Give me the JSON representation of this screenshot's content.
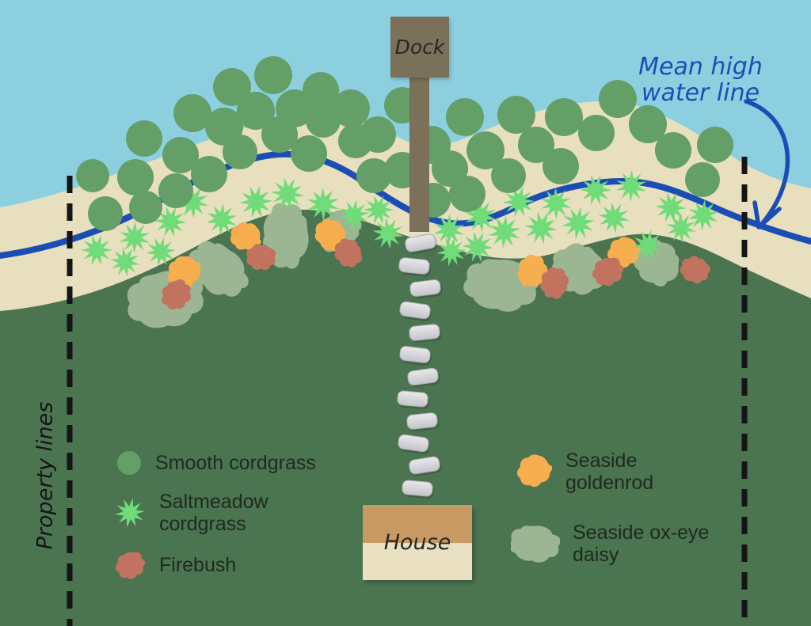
{
  "labels": {
    "dock": "Dock",
    "house": "House",
    "property_lines": "Property lines",
    "mean_high_water_line_1": "Mean high",
    "mean_high_water_line_2": "water line"
  },
  "colors": {
    "water": "#8cd0e0",
    "beach_sand": "#e7dfbd",
    "lawn_grass": "#4b7451",
    "water_line": "#1a4eb4",
    "annotation": "#1a4eb4",
    "property_line": "#151515",
    "dock_wood": "#7b7059",
    "house_roof": "#c69a62",
    "house_base": "#e9e0c2",
    "stone_light": "#e9e9ec",
    "stone_dark": "#c3c3c9",
    "stone_edge": "#a9a9af",
    "legend_text": "#1e2a1f"
  },
  "legend": {
    "items": [
      {
        "id": "smooth-cordgrass",
        "symbol": "smooth_cordgrass",
        "label": "Smooth cordgrass"
      },
      {
        "id": "saltmeadow-cordgrass",
        "symbol": "saltmeadow_cordgrass",
        "label": "Saltmeadow cordgrass"
      },
      {
        "id": "firebush",
        "symbol": "firebush",
        "label": "Firebush"
      },
      {
        "id": "seaside-goldenrod",
        "symbol": "seaside_goldenrod",
        "label": "Seaside goldenrod"
      },
      {
        "id": "seaside-oxeye-daisy",
        "symbol": "seaside_oxeye_daisy",
        "label": "Seaside ox-eye daisy"
      }
    ]
  },
  "map": {
    "symbols": {
      "smooth_cordgrass": {
        "color": "#649f68",
        "points": [
          [
            117,
            222,
            21
          ],
          [
            133,
            270,
            22
          ],
          [
            171,
            224,
            23
          ],
          [
            182,
            175,
            23
          ],
          [
            184,
            262,
            21
          ],
          [
            222,
            241,
            22
          ],
          [
            228,
            196,
            23
          ],
          [
            243,
            143,
            24
          ],
          [
            264,
            220,
            23
          ],
          [
            283,
            160,
            24
          ],
          [
            293,
            110,
            24
          ],
          [
            303,
            192,
            22
          ],
          [
            323,
            140,
            24
          ],
          [
            345,
            95,
            24
          ],
          [
            353,
            170,
            23
          ],
          [
            372,
            137,
            24
          ],
          [
            390,
            194,
            23
          ],
          [
            405,
            114,
            23
          ],
          [
            408,
            152,
            22
          ],
          [
            443,
            137,
            24
          ],
          [
            449,
            178,
            22
          ],
          [
            477,
            170,
            23
          ],
          [
            472,
            222,
            22
          ],
          [
            508,
            133,
            23
          ],
          [
            508,
            215,
            23
          ],
          [
            545,
            183,
            24
          ],
          [
            547,
            253,
            22
          ],
          [
            568,
            213,
            23
          ],
          [
            587,
            148,
            24
          ],
          [
            590,
            245,
            23
          ],
          [
            613,
            190,
            24
          ],
          [
            642,
            222,
            22
          ],
          [
            652,
            145,
            24
          ],
          [
            677,
            183,
            23
          ],
          [
            708,
            210,
            23
          ],
          [
            712,
            148,
            24
          ],
          [
            753,
            168,
            23
          ],
          [
            780,
            125,
            24
          ],
          [
            818,
            157,
            24
          ],
          [
            850,
            190,
            23
          ],
          [
            887,
            227,
            22
          ],
          [
            903,
            183,
            23
          ]
        ]
      },
      "saltmeadow_cordgrass": {
        "color": "#70db79",
        "points": [
          [
            122,
            316,
            20
          ],
          [
            158,
            331,
            19
          ],
          [
            170,
            300,
            20
          ],
          [
            203,
            318,
            19
          ],
          [
            215,
            280,
            20
          ],
          [
            243,
            255,
            21
          ],
          [
            280,
            277,
            20
          ],
          [
            323,
            255,
            21
          ],
          [
            363,
            245,
            21
          ],
          [
            408,
            258,
            21
          ],
          [
            447,
            272,
            20
          ],
          [
            478,
            265,
            19
          ],
          [
            490,
            295,
            20
          ],
          [
            567,
            290,
            20
          ],
          [
            570,
            318,
            19
          ],
          [
            603,
            312,
            20
          ],
          [
            607,
            273,
            21
          ],
          [
            637,
            293,
            21
          ],
          [
            655,
            255,
            20
          ],
          [
            683,
            288,
            21
          ],
          [
            702,
            257,
            20
          ],
          [
            730,
            282,
            21
          ],
          [
            752,
            240,
            20
          ],
          [
            775,
            275,
            20
          ],
          [
            797,
            235,
            20
          ],
          [
            818,
            310,
            20
          ],
          [
            847,
            262,
            20
          ],
          [
            860,
            288,
            19
          ],
          [
            888,
            272,
            20
          ]
        ]
      },
      "firebush": {
        "color": "#c1735f",
        "points": [
          [
            223,
            372,
            19
          ],
          [
            330,
            325,
            18
          ],
          [
            440,
            320,
            18
          ],
          [
            700,
            358,
            19
          ],
          [
            768,
            343,
            19
          ],
          [
            878,
            341,
            18
          ]
        ]
      },
      "seaside_goldenrod": {
        "color": "#f7ae4e",
        "points": [
          [
            233,
            345,
            21
          ],
          [
            310,
            300,
            19
          ],
          [
            416,
            297,
            20
          ],
          [
            671,
            342,
            20
          ],
          [
            788,
            320,
            20
          ]
        ]
      },
      "seaside_oxeye_daisy": {
        "color": "#9cb593",
        "points": [
          [
            210,
            378,
            46,
            37
          ],
          [
            277,
            341,
            38,
            30
          ],
          [
            361,
            299,
            39,
            30
          ],
          [
            428,
            292,
            28,
            24
          ],
          [
            634,
            360,
            44,
            34
          ],
          [
            731,
            341,
            31,
            33
          ],
          [
            829,
            332,
            26,
            31
          ]
        ]
      }
    },
    "stepping_stones": [
      [
        531,
        307,
        -10
      ],
      [
        523,
        336,
        6
      ],
      [
        537,
        364,
        -7
      ],
      [
        524,
        392,
        8
      ],
      [
        536,
        420,
        -6
      ],
      [
        524,
        448,
        7
      ],
      [
        534,
        476,
        -8
      ],
      [
        521,
        504,
        5
      ],
      [
        533,
        532,
        -6
      ],
      [
        522,
        560,
        8
      ],
      [
        536,
        588,
        -9
      ],
      [
        527,
        617,
        5
      ]
    ]
  }
}
